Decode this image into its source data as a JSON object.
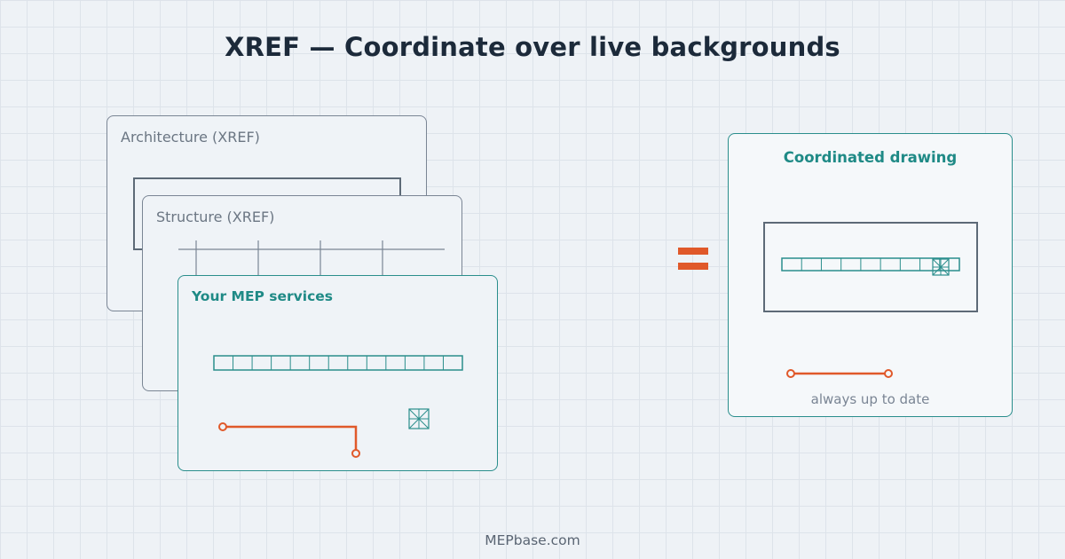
{
  "title": "XREF  —  Coordinate over live backgrounds",
  "cards": {
    "architecture": {
      "label": "Architecture (XREF)"
    },
    "structure": {
      "label": "Structure (XREF)"
    },
    "mep": {
      "label": "Your MEP services"
    },
    "coordinated": {
      "label": "Coordinated drawing",
      "caption": "always up to date"
    }
  },
  "footer": "MEPbase.com",
  "colors": {
    "teal": "#2a8e8c",
    "orange": "#e0592a",
    "slate": "#5d6a77",
    "text_dark": "#1c2a3a"
  },
  "icons": [
    "equals-icon",
    "duct-icon",
    "pipe-icon",
    "diffuser-icon"
  ]
}
